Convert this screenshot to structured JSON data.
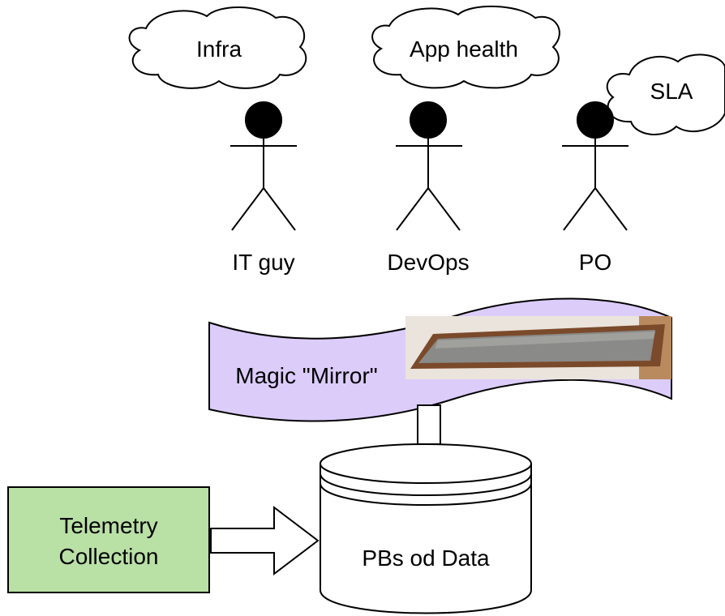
{
  "clouds": [
    {
      "id": "infra",
      "text": "Infra"
    },
    {
      "id": "app-health",
      "text": "App health"
    },
    {
      "id": "sla",
      "text": "SLA"
    }
  ],
  "actors": [
    {
      "id": "it-guy",
      "label": "IT guy"
    },
    {
      "id": "devops",
      "label": "DevOps"
    },
    {
      "id": "po",
      "label": "PO"
    }
  ],
  "mirror": {
    "label": "Magic \"Mirror\"",
    "fill": "#dcccfa",
    "frame_color": "#7a4a2b"
  },
  "database": {
    "label": "PBs od Data"
  },
  "telemetry": {
    "label_line1": "Telemetry",
    "label_line2": "Collection",
    "fill": "#b9e0a5"
  }
}
